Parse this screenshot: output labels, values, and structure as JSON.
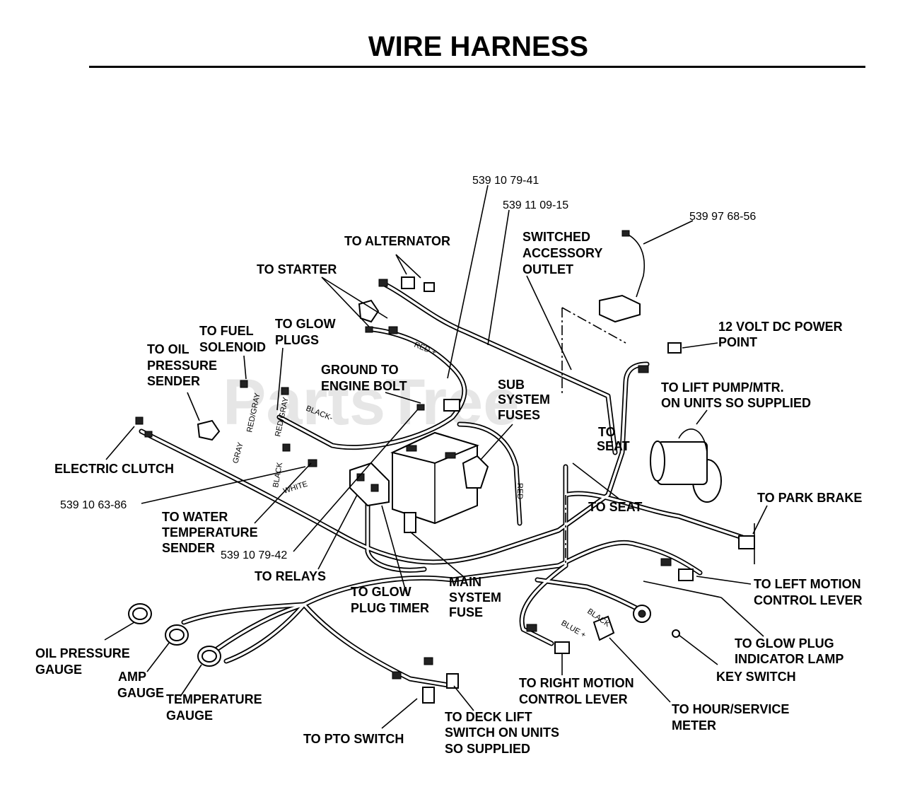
{
  "title": "WIRE HARNESS",
  "watermark": "PartsTree",
  "part_numbers": {
    "pn_791041": "539 10 79-41",
    "pn_110915": "539 11 09-15",
    "pn_976856": "539 97 68-56",
    "pn_106386": "539 10 63-86",
    "pn_107942": "539 10 79-42"
  },
  "labels": {
    "to_alternator": "TO ALTERNATOR",
    "to_starter": "TO STARTER",
    "switched_outlet": [
      "SWITCHED",
      "ACCESSORY",
      "OUTLET"
    ],
    "to_fuel_solenoid": [
      "TO FUEL",
      "SOLENOID"
    ],
    "to_glow_plugs": [
      "TO GLOW",
      "PLUGS"
    ],
    "to_oil_pressure_sender": [
      "TO OIL",
      "PRESSURE",
      "SENDER"
    ],
    "ground_to_engine_bolt": [
      "GROUND TO",
      "ENGINE BOLT"
    ],
    "sub_system_fuses": [
      "SUB",
      "SYSTEM",
      "FUSES"
    ],
    "power_point": [
      "12 VOLT DC POWER",
      "POINT"
    ],
    "to_lift_pump": [
      "TO LIFT PUMP/MTR.",
      "ON UNITS SO SUPPLIED"
    ],
    "to_seat_upper": [
      "TO",
      "SEAT"
    ],
    "to_seat": "TO SEAT",
    "electric_clutch": "ELECTRIC CLUTCH",
    "to_park_brake": "TO PARK BRAKE",
    "to_water_temp_sender": [
      "TO WATER",
      "TEMPERATURE",
      "SENDER"
    ],
    "to_relays": "TO RELAYS",
    "to_glow_plug_timer": [
      "TO GLOW",
      "PLUG TIMER"
    ],
    "main_system_fuse": [
      "MAIN",
      "SYSTEM",
      "FUSE"
    ],
    "to_left_motion": [
      "TO LEFT MOTION",
      "CONTROL LEVER"
    ],
    "to_glow_plug_lamp": [
      "TO GLOW PLUG",
      "INDICATOR LAMP"
    ],
    "key_switch": "KEY SWITCH",
    "oil_pressure_gauge": [
      "OIL PRESSURE",
      "GAUGE"
    ],
    "amp_gauge": [
      "AMP",
      "GAUGE"
    ],
    "temperature_gauge": [
      "TEMPERATURE",
      "GAUGE"
    ],
    "to_right_motion": [
      "TO RIGHT MOTION",
      "CONTROL LEVER"
    ],
    "to_hour_meter": [
      "TO HOUR/SERVICE",
      "METER"
    ],
    "to_pto_switch": "TO PTO SWITCH",
    "to_deck_lift": [
      "TO DECK LIFT",
      "SWITCH ON UNITS",
      "SO SUPPLIED"
    ]
  },
  "wire_colors": {
    "red_plus": "RED +",
    "black_minus": "BLACK-",
    "red_gray_1": "RED/GRAY",
    "red_gray_2": "RED/GRAY",
    "gray": "GRAY",
    "black": "BLACK",
    "white": "WHITE",
    "red": "RED",
    "black_2": "BLACK",
    "blue_plus": "BLUE +"
  },
  "colors": {
    "ink": "#000000",
    "paper": "#ffffff",
    "watermark": "#e6e6e6"
  }
}
